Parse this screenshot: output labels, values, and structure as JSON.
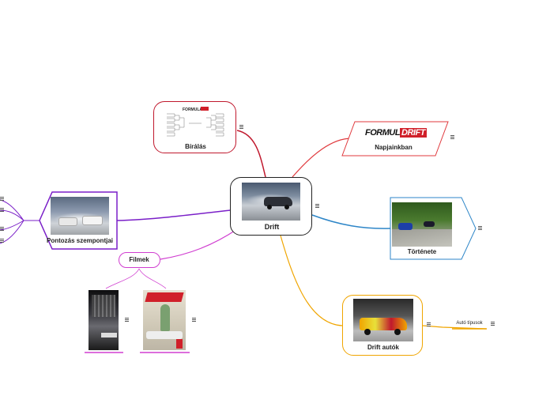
{
  "central": {
    "label": "Drift"
  },
  "branches": {
    "biralas": {
      "label": "Bírálás",
      "color": "#c0182d"
    },
    "napjainkban": {
      "label": "Napjainkban",
      "color": "#e03a3e",
      "logo_text": "FORMULA",
      "logo_text2": "DRIFT"
    },
    "tortenete": {
      "label": "Története",
      "color": "#2e86c8"
    },
    "drift_autok": {
      "label": "Drift autók",
      "color": "#f0a500"
    },
    "auto_tipusok": {
      "label": "Autó típusok",
      "color": "#f0a500"
    },
    "pontozas": {
      "label": "Pontozás szempontjai",
      "color": "#7a1fc8"
    },
    "filmek": {
      "label": "Filmek",
      "color": "#d03ed0"
    }
  },
  "icons": {
    "menu": "hamburger-icon"
  }
}
